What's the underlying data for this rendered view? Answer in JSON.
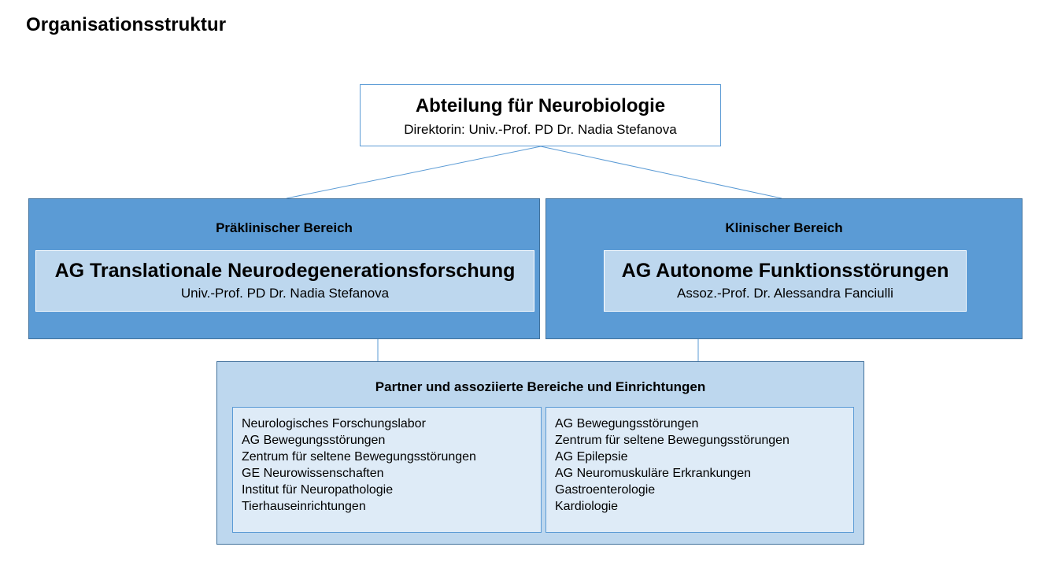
{
  "page": {
    "title": "Organisationsstruktur"
  },
  "top": {
    "title": "Abteilung für Neurobiologie",
    "subtitle": "Direktorin: Univ.-Prof. PD Dr. Nadia Stefanova"
  },
  "sections": [
    {
      "heading": "Präklinischer Bereich",
      "group_title": "AG Translationale Neurodegenerationsforschung",
      "group_lead": "Univ.-Prof. PD Dr. Nadia Stefanova"
    },
    {
      "heading": "Klinischer Bereich",
      "group_title": "AG Autonome Funktionsstörungen",
      "group_lead": "Assoz.-Prof. Dr. Alessandra Fanciulli"
    }
  ],
  "partners": {
    "heading": "Partner und assoziierte Bereiche und Einrichtungen",
    "left": [
      "Neurologisches Forschungslabor",
      "AG Bewegungsstörungen",
      "Zentrum für seltene Bewegungsstörungen",
      "GE Neurowissenschaften",
      "Institut für Neuropathologie",
      "Tierhauseinrichtungen"
    ],
    "right": [
      "AG Bewegungsstörungen",
      "Zentrum für seltene Bewegungsstörungen",
      "AG Epilepsie",
      "AG Neuromuskuläre Erkrankungen",
      "Gastroenterologie",
      "Kardiologie"
    ]
  },
  "colors": {
    "section_fill": "#5b9bd5",
    "group_fill": "#bdd7ee",
    "list_fill": "#deebf7",
    "border": "#41719c"
  }
}
